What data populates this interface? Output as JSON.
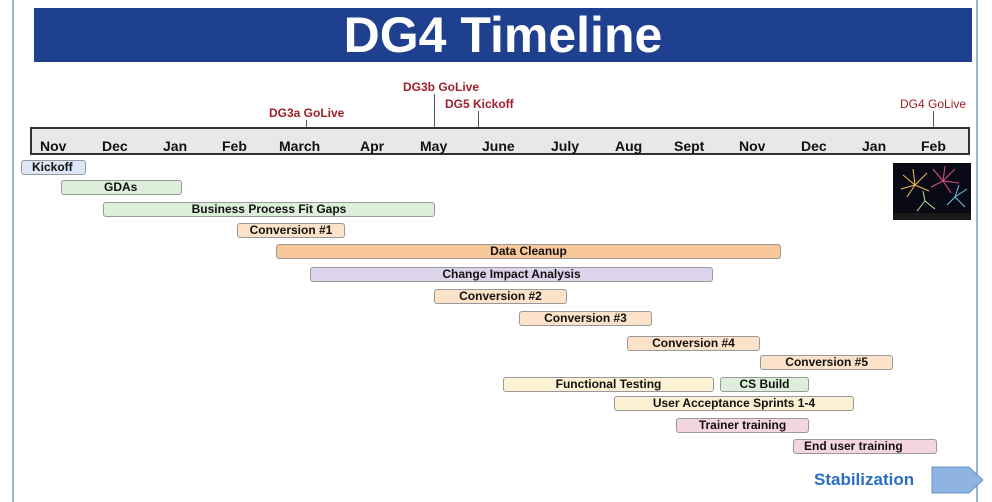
{
  "title": "DG4 Timeline",
  "milestones": {
    "dg3a": "DG3a GoLive",
    "dg3b": "DG3b GoLive",
    "dg5": "DG5 Kickoff",
    "dg4": "DG4 GoLive"
  },
  "months": [
    "Nov",
    "Dec",
    "Jan",
    "Feb",
    "March",
    "Apr",
    "May",
    "June",
    "July",
    "Aug",
    "Sept",
    "Nov",
    "Dec",
    "Jan",
    "Feb"
  ],
  "tasks": [
    {
      "label": "Kickoff",
      "color": "#dde6f6"
    },
    {
      "label": "GDAs",
      "color": "#dcefd9"
    },
    {
      "label": "Business Process Fit Gaps",
      "color": "#dcefd9"
    },
    {
      "label": "Conversion #1",
      "color": "#fbe2c8"
    },
    {
      "label": "Data Cleanup",
      "color": "#f8c89a"
    },
    {
      "label": "Change Impact Analysis",
      "color": "#ddd4ec"
    },
    {
      "label": "Conversion #2",
      "color": "#fbe2c8"
    },
    {
      "label": "Conversion #3",
      "color": "#fbe2c8"
    },
    {
      "label": "Conversion #4",
      "color": "#fbe2c8"
    },
    {
      "label": "Conversion #5",
      "color": "#fbe2c8"
    },
    {
      "label": "Functional Testing",
      "color": "#fdf1d4"
    },
    {
      "label": "CS Build",
      "color": "#dcefd9"
    },
    {
      "label": "User Acceptance Sprints 1-4",
      "color": "#fdf1d4"
    },
    {
      "label": "Trainer training",
      "color": "#f3d6e0"
    },
    {
      "label": "End user  training",
      "color": "#f3d6e0"
    }
  ],
  "stabilization": {
    "label": "Stabilization",
    "arrow_color": "#8fb4e3"
  },
  "colors": {
    "title_bg": "#1f3f8f",
    "milestone_text": "#a0202a"
  }
}
